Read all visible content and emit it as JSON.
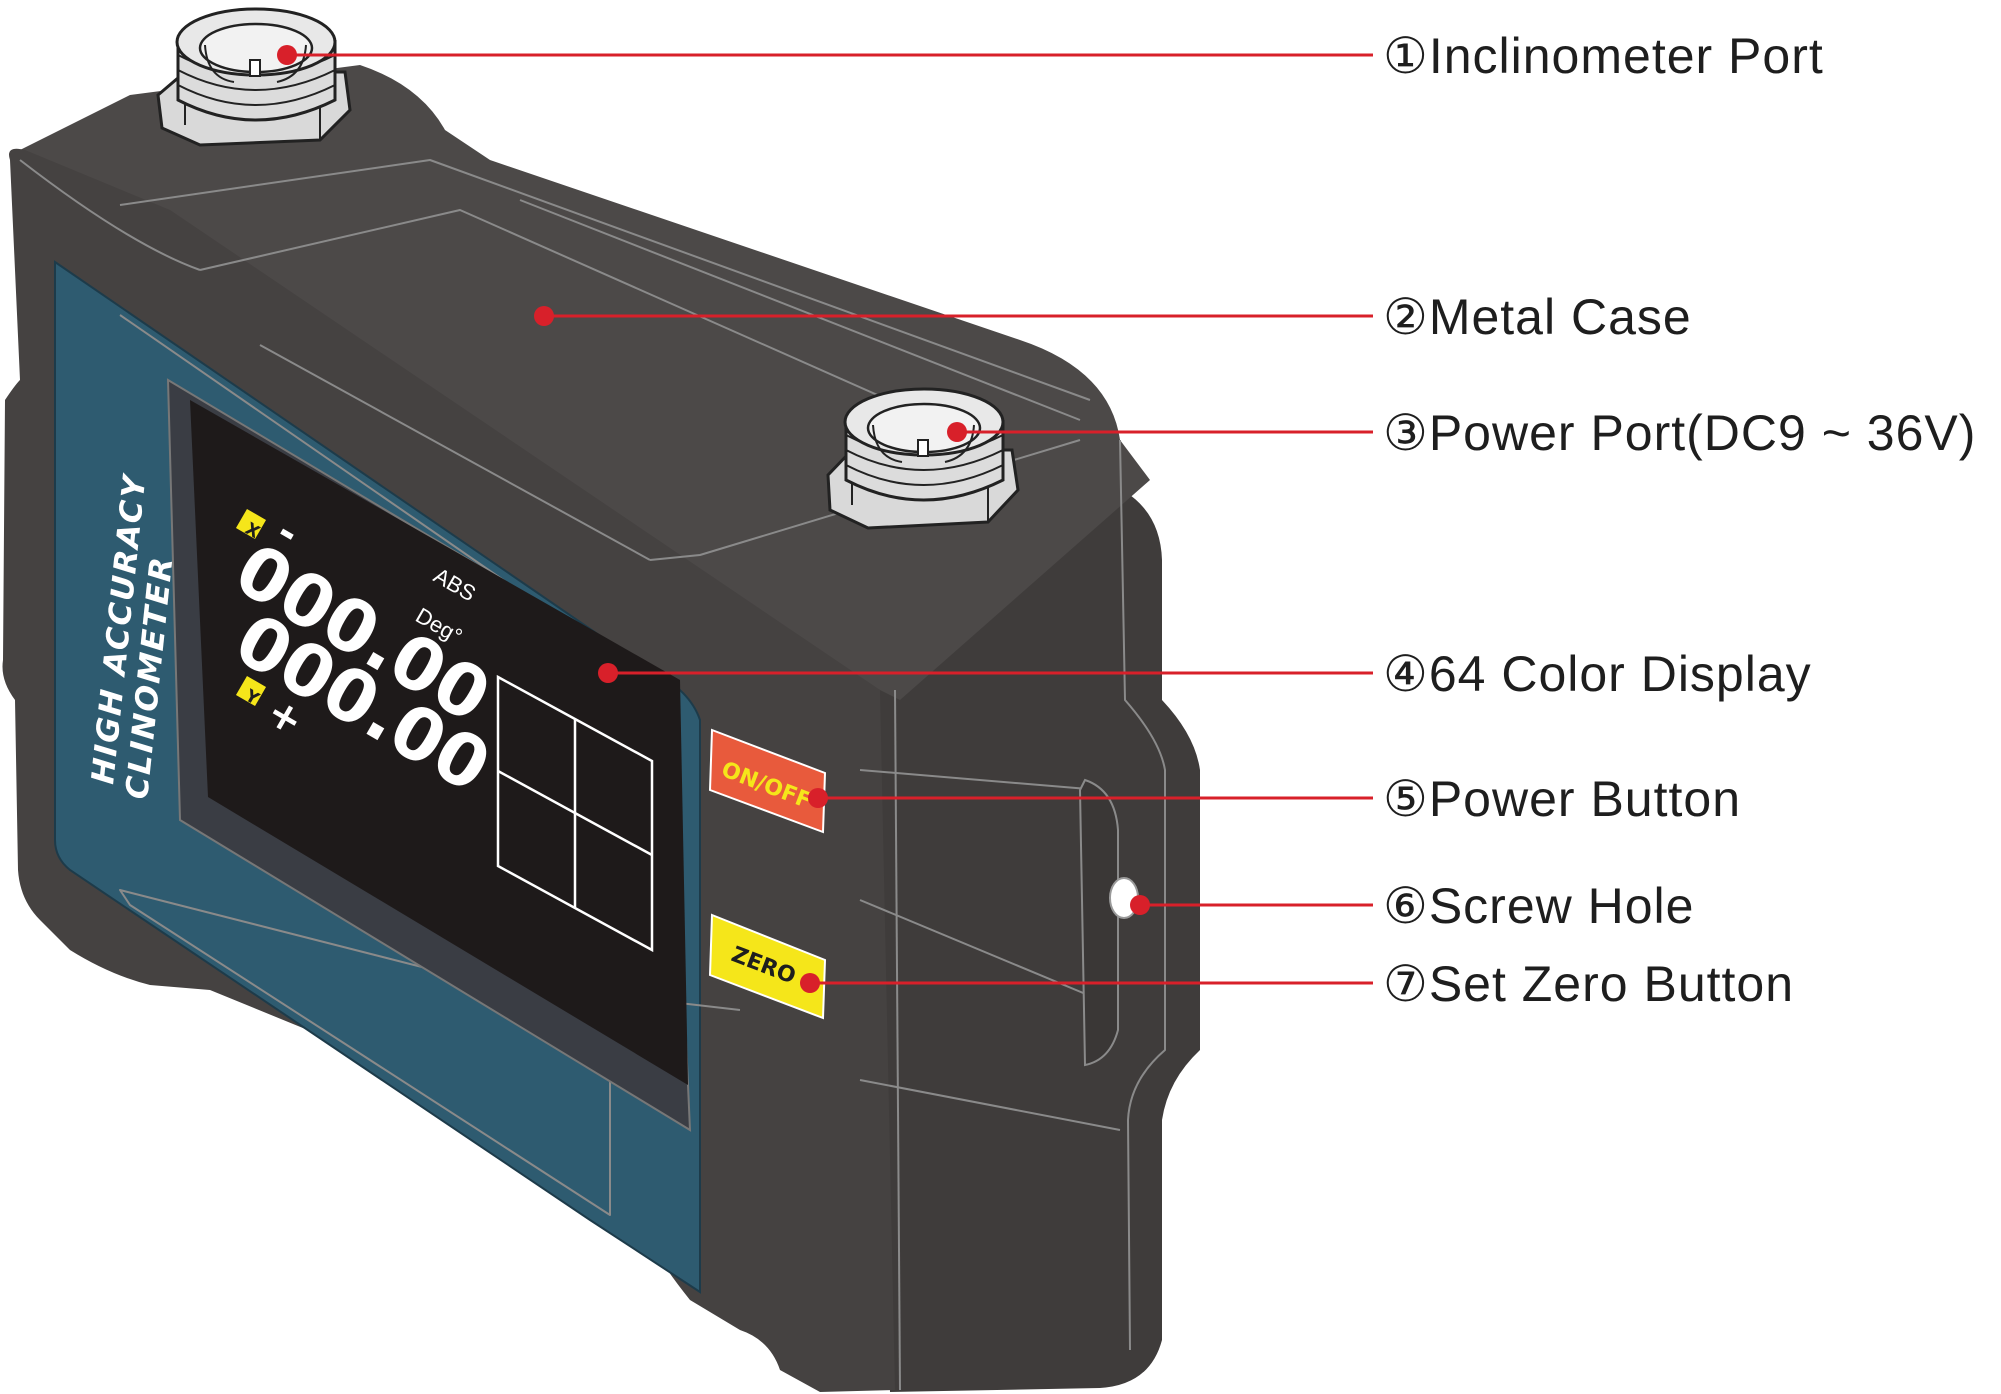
{
  "device": {
    "brand_line1": "HIGH ACCURACY",
    "brand_line2": "CLINOMETER",
    "x_tag": "X",
    "y_tag": "Y",
    "x_sign": "-",
    "y_sign": "+",
    "x_reading": "000.00",
    "y_reading": "000.00",
    "mode": "ABS",
    "unit": "Deg°",
    "button_power": "ON/OFF",
    "button_zero": "ZERO"
  },
  "labels": [
    {
      "number": "①",
      "text": "Inclinometer Port"
    },
    {
      "number": "②",
      "text": "Metal Case"
    },
    {
      "number": "③",
      "text": "Power Port(DC9 ~ 36V)"
    },
    {
      "number": "④",
      "text": "64 Color Display"
    },
    {
      "number": "⑤",
      "text": "Power Button"
    },
    {
      "number": "⑥",
      "text": "Screw Hole"
    },
    {
      "number": "⑦",
      "text": "Set Zero Button"
    }
  ],
  "colors": {
    "case": "#454241",
    "case_top": "#4c4948",
    "panel": "#2e5b70",
    "screen": "#1e1a1a",
    "leader": "#d8202a",
    "power_button": "#e85a3c",
    "zero_button": "#f5e61a"
  }
}
